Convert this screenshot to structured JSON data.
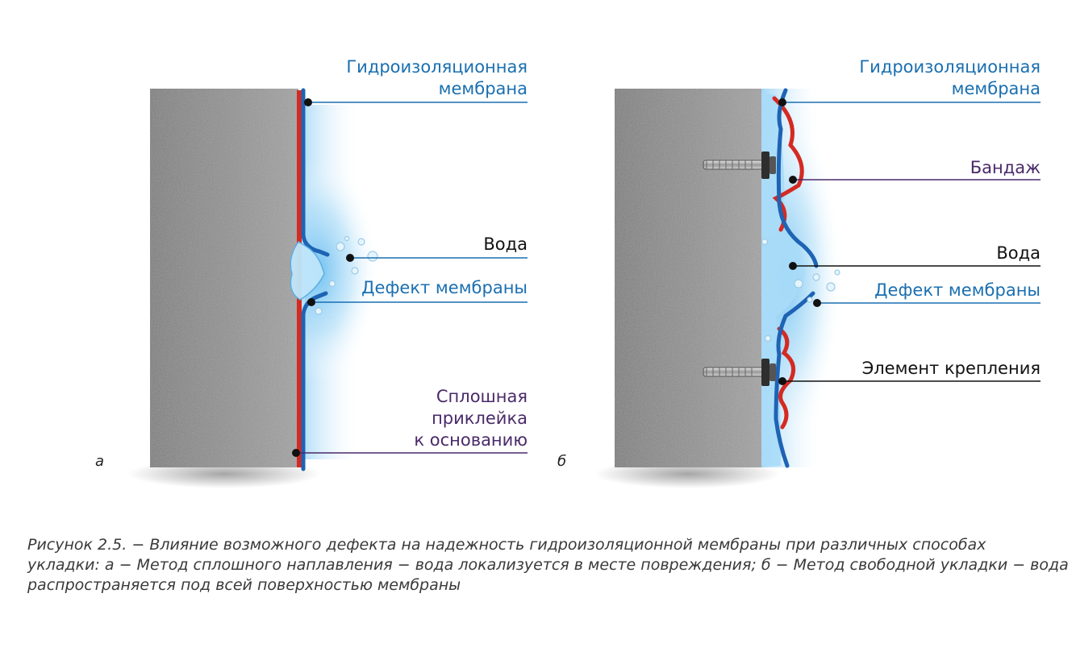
{
  "panel_a": {
    "letter": "а",
    "labels": {
      "membrane": [
        "Гидроизоляционная",
        "мембрана"
      ],
      "water": "Вода",
      "defect": "Дефект мембраны",
      "bond": [
        "Сплошная",
        "приклейка",
        "к основанию"
      ]
    }
  },
  "panel_b": {
    "letter": "б",
    "labels": {
      "membrane": [
        "Гидроизоляционная",
        "мембрана"
      ],
      "bandage": "Бандаж",
      "water": "Вода",
      "defect": "Дефект мембраны",
      "fastener": "Элемент крепления"
    }
  },
  "caption": [
    "Рисунок 2.5. − Влияние возможного дефекта на надежность гидроизоляционной мембраны при различных способах",
    "укладки: а − Метод сплошного наплавления − вода локализуется в месте повреждения; б − Метод свободной укладки − вода",
    "распространяется под всей поверхностью мембраны"
  ],
  "colors": {
    "label_blue": "#1a6fb0",
    "label_purple": "#4a2a6a",
    "membrane_blue": "#1e63b4",
    "adhesive_red": "#d42a22",
    "concrete": "#8c8c8c",
    "water": "#7fc4f0"
  }
}
